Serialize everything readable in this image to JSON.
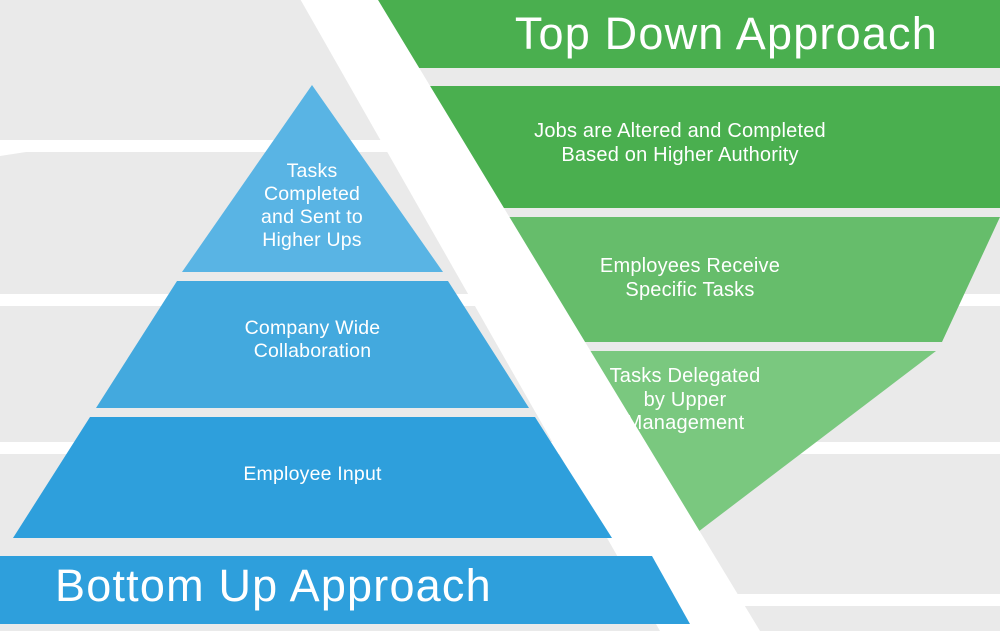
{
  "diagram": {
    "title_top": "Top Down Approach",
    "title_bottom": "Bottom Up Approach",
    "colors": {
      "background": "#ffffff",
      "background_band": "#eaeaea",
      "green_dark": "#4aaf4f",
      "green_mid": "#66bd6b",
      "green_light": "#7ac87f",
      "blue_dark": "#2e9fdc",
      "blue_mid": "#43a9de",
      "blue_light": "#59b4e4",
      "text": "#ffffff"
    }
  },
  "top_down": {
    "banner_label": "Top Down Approach",
    "tiers": [
      {
        "label": "Jobs are Altered and Completed\nBased on Higher Authority",
        "color": "#4aaf4f",
        "level": 1
      },
      {
        "label": "Employees Receive\nSpecific Tasks",
        "color": "#66bd6b",
        "level": 2
      },
      {
        "label": "Tasks Delegated\nby Upper\nManagement",
        "color": "#7ac87f",
        "level": 3
      }
    ]
  },
  "bottom_up": {
    "banner_label": "Bottom Up Approach",
    "tiers": [
      {
        "label": "Tasks\nCompleted\nand Sent to\nHigher Ups",
        "color": "#59b4e4",
        "level": 1
      },
      {
        "label": "Company Wide\nCollaboration",
        "color": "#43a9de",
        "level": 2
      },
      {
        "label": "Employee Input",
        "color": "#2e9fdc",
        "level": 3
      }
    ]
  }
}
